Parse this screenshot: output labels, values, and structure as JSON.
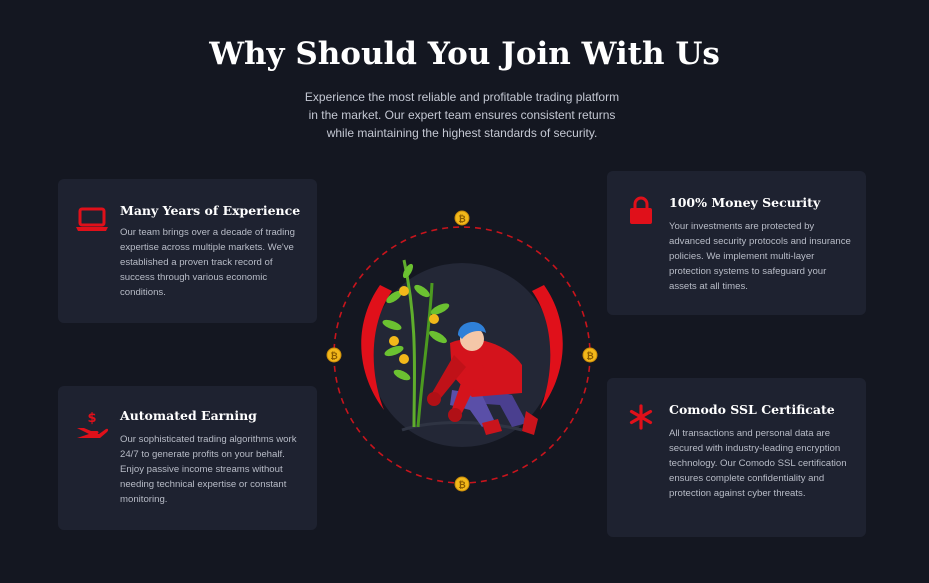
{
  "section": {
    "title": "Why Should You Join With Us",
    "subtitle": "Experience the most reliable and profitable trading platform in the market. Our expert team ensures consistent returns while maintaining the highest standards of security."
  },
  "features": [
    {
      "icon": "laptop-icon",
      "title": "Many Years of Experience",
      "text": "Our team brings over a decade of trading expertise across multiple markets. We've established a proven track record of success through various economic conditions."
    },
    {
      "icon": "money-hand-icon",
      "title": "Automated Earning",
      "text": "Our sophisticated trading algorithms work 24/7 to generate profits on your behalf. Enjoy passive income streams without needing technical expertise or constant monitoring."
    },
    {
      "icon": "lock-icon",
      "title": "100% Money Security",
      "text": "Your investments are protected by advanced security protocols and insurance policies. We implement multi-layer protection systems to safeguard your assets at all times."
    },
    {
      "icon": "asterisk-icon",
      "title": "Comodo SSL Certificate",
      "text": "All transactions and personal data are secured with industry-leading encryption technology. Our Comodo SSL certification ensures complete confidentiality and protection against cyber threats."
    }
  ],
  "illustration": {
    "name": "money-tree-illustration",
    "coin_icon": "bitcoin-coin-icon"
  },
  "colors": {
    "background": "#141721",
    "card": "#1e2230",
    "accent": "#e0101a",
    "coin": "#f2b81a",
    "title": "#ffffff",
    "text": "#b8bcc7"
  }
}
